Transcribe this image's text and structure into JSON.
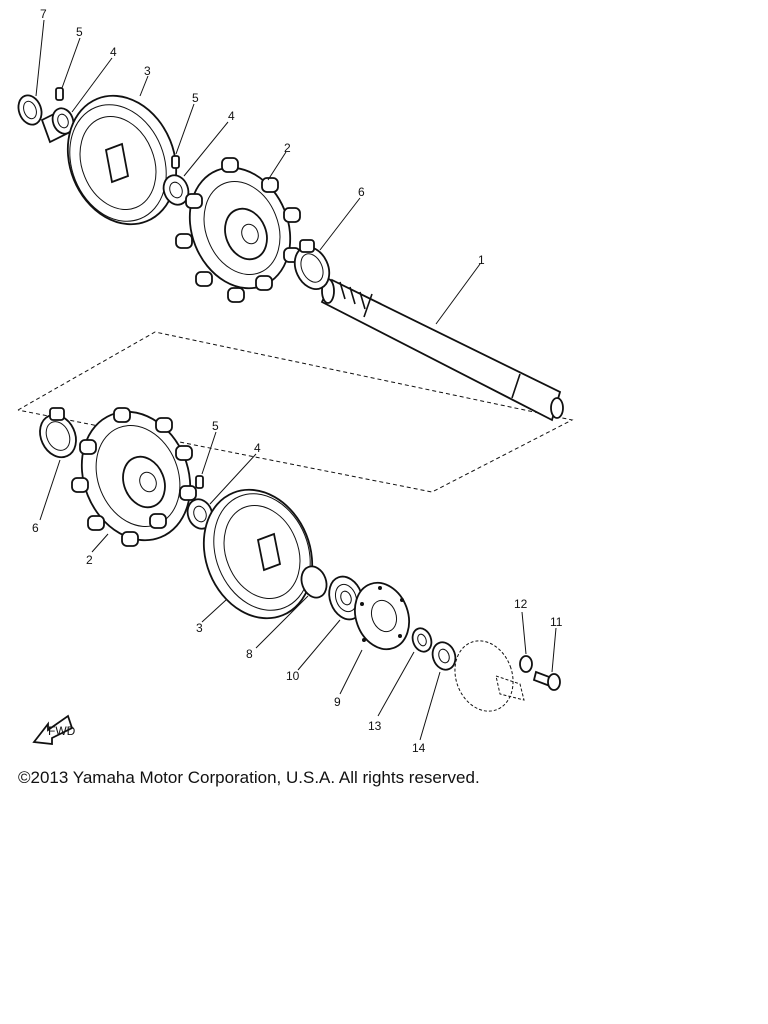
{
  "diagram": {
    "callouts": {
      "c7": "7",
      "c5a": "5",
      "c4a": "4",
      "c3a": "3",
      "c5b": "5",
      "c4b": "4",
      "c2a": "2",
      "c6a": "6",
      "c1": "1",
      "c5c": "5",
      "c4c": "4",
      "c6b": "6",
      "c2b": "2",
      "c3b": "3",
      "c8": "8",
      "c10": "10",
      "c9": "9",
      "c12": "12",
      "c11": "11",
      "c13": "13",
      "c14": "14"
    },
    "front_arrow_label": "FWD"
  },
  "footer": {
    "copyright": "©2013 Yamaha Motor Corporation, U.S.A. All rights reserved."
  }
}
